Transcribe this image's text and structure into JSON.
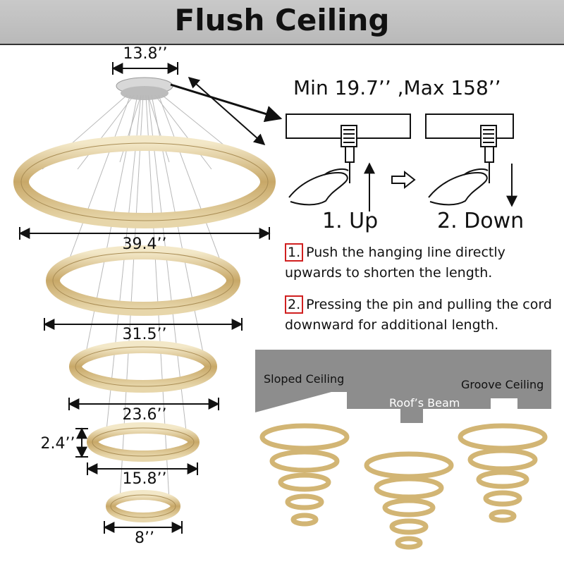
{
  "header": {
    "title": "Flush Ceiling"
  },
  "dimensions": {
    "canopy_width": "13.8’’",
    "ring1": "39.4’’",
    "ring2": "31.5’’",
    "ring3": "23.6’’",
    "ring4": "15.8’’",
    "ring5": "8’’",
    "ring_height": "2.4’’"
  },
  "adjust": {
    "range": "Min 19.7’’ ,Max 158’’",
    "step1": "1. Up",
    "step2": "2. Down"
  },
  "instructions": [
    {
      "num": "1.",
      "text": "Push the hanging line directly upwards to shorten the length."
    },
    {
      "num": "2.",
      "text": "Pressing the pin and pulling the cord downward for additional length."
    }
  ],
  "ceilings": {
    "sloped": "Sloped Ceiling",
    "beam": "Roof’s Beam",
    "groove": "Groove Ceiling"
  },
  "colors": {
    "ring_gold": "#c8a868",
    "ring_light": "#efe2bf",
    "arrow": "#111111",
    "box_red": "#d02020"
  }
}
